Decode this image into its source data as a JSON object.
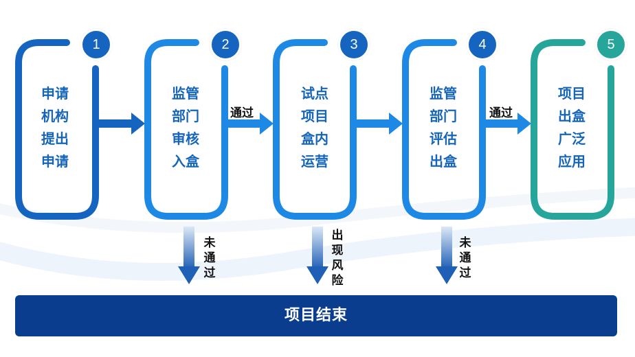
{
  "steps": [
    {
      "number": "1",
      "lines": [
        "申请",
        "机构",
        "提出",
        "申请"
      ]
    },
    {
      "number": "2",
      "lines": [
        "监管",
        "部门",
        "审核",
        "入盒"
      ]
    },
    {
      "number": "3",
      "lines": [
        "试点",
        "项目",
        "盒内",
        "运营"
      ]
    },
    {
      "number": "4",
      "lines": [
        "监管",
        "部门",
        "评估",
        "出盒"
      ]
    },
    {
      "number": "5",
      "lines": [
        "项目",
        "出盒",
        "广泛",
        "应用"
      ]
    }
  ],
  "connectors": [
    {
      "label": ""
    },
    {
      "label": "通过"
    },
    {
      "label": ""
    },
    {
      "label": "通过"
    }
  ],
  "exits": [
    {
      "lines": [
        "未",
        "通",
        "过"
      ]
    },
    {
      "lines": [
        "出",
        "现",
        "风",
        "险"
      ]
    },
    {
      "lines": [
        "未",
        "通",
        "过"
      ]
    }
  ],
  "end": {
    "label": "项目结束"
  },
  "colors": {
    "step1": "#1565c0",
    "step2": "#1e88e5",
    "step3": "#1e88e5",
    "step4": "#1e88e5",
    "step5": "#26a69a",
    "badge_blue": "#1565c0",
    "badge_teal": "#26a69a",
    "step_text": "#1565b8",
    "end_bar": "#0b3d8f"
  }
}
